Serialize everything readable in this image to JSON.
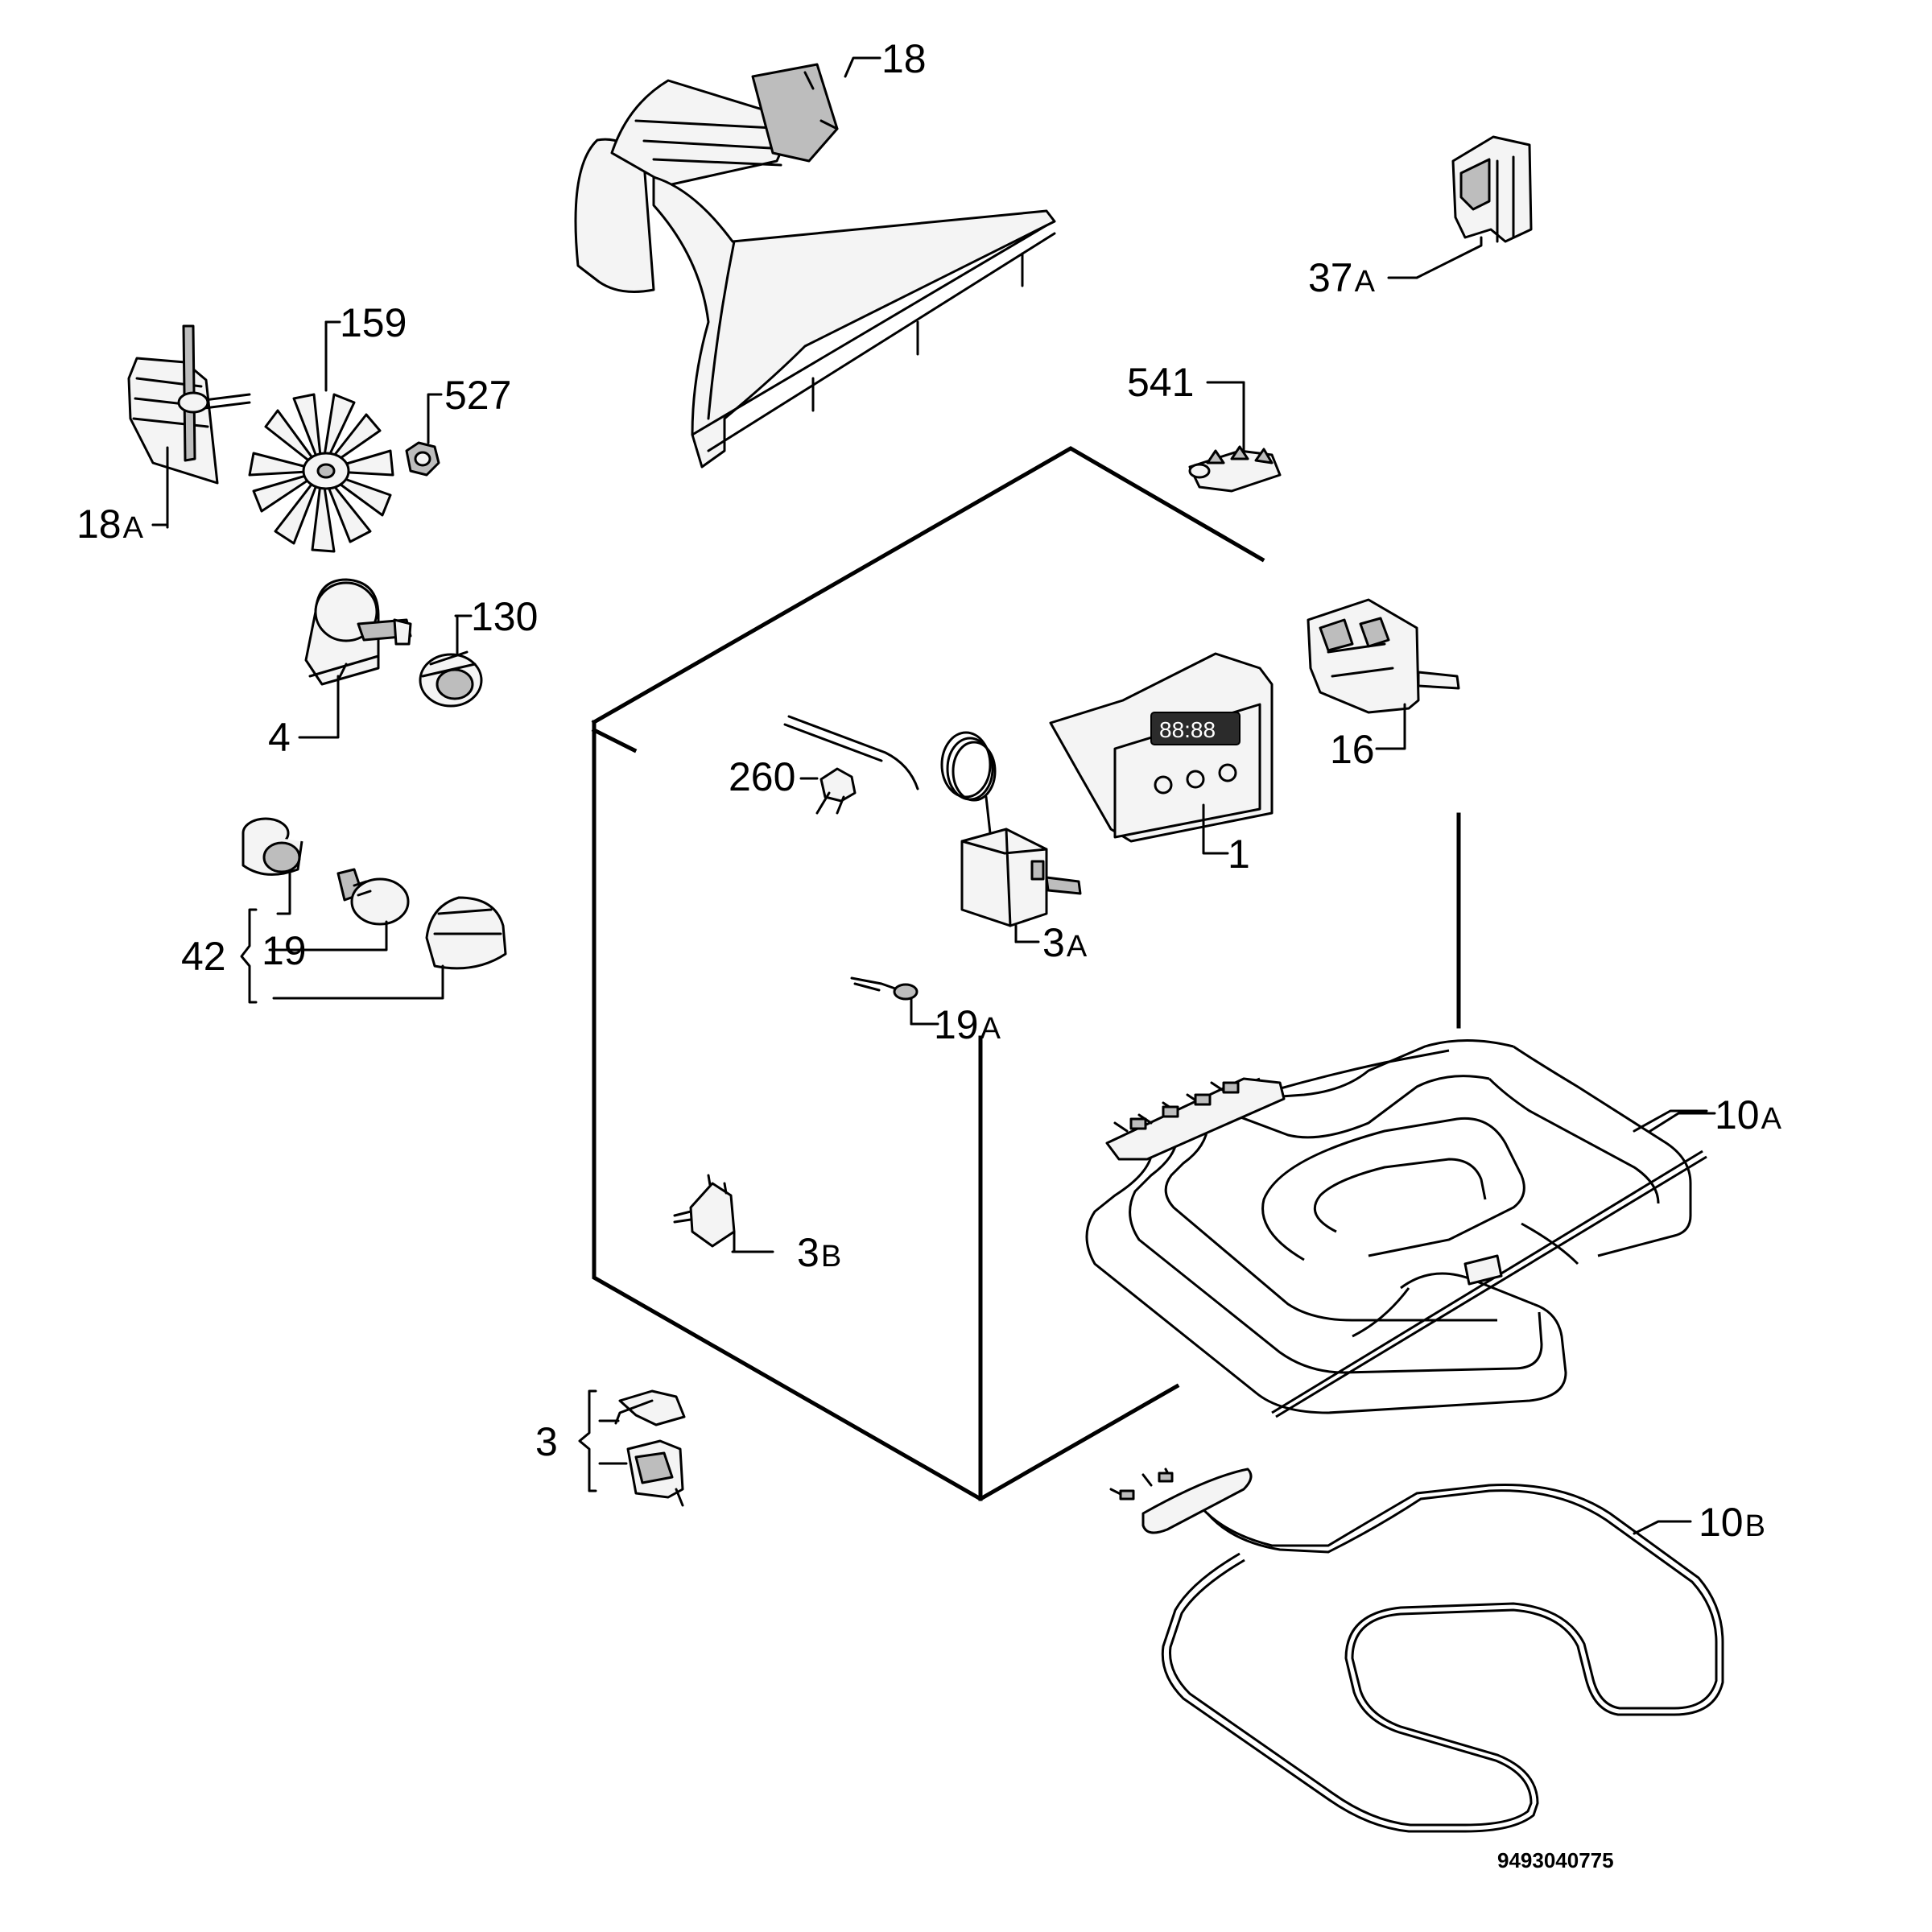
{
  "diagram": {
    "drawing_code": "9493040775",
    "parts": [
      {
        "id": "18",
        "num": "18",
        "suffix": ""
      },
      {
        "id": "18A",
        "num": "18",
        "suffix": "A"
      },
      {
        "id": "159",
        "num": "159",
        "suffix": ""
      },
      {
        "id": "527",
        "num": "527",
        "suffix": ""
      },
      {
        "id": "37A",
        "num": "37",
        "suffix": "A"
      },
      {
        "id": "541",
        "num": "541",
        "suffix": ""
      },
      {
        "id": "4",
        "num": "4",
        "suffix": ""
      },
      {
        "id": "130",
        "num": "130",
        "suffix": ""
      },
      {
        "id": "16",
        "num": "16",
        "suffix": ""
      },
      {
        "id": "260",
        "num": "260",
        "suffix": ""
      },
      {
        "id": "1",
        "num": "1",
        "suffix": ""
      },
      {
        "id": "3A",
        "num": "3",
        "suffix": "A"
      },
      {
        "id": "42",
        "num": "42",
        "suffix": ""
      },
      {
        "id": "19",
        "num": "19",
        "suffix": ""
      },
      {
        "id": "19A",
        "num": "19",
        "suffix": "A"
      },
      {
        "id": "10A",
        "num": "10",
        "suffix": "A"
      },
      {
        "id": "3B",
        "num": "3",
        "suffix": "B"
      },
      {
        "id": "3",
        "num": "3",
        "suffix": ""
      },
      {
        "id": "10B",
        "num": "10",
        "suffix": "B"
      }
    ]
  }
}
